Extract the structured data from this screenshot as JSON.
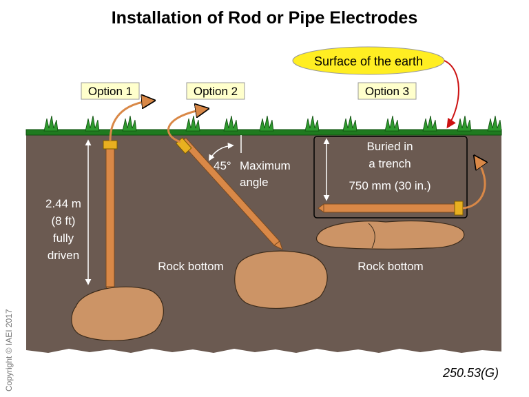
{
  "title": "Installation of Rod or Pipe Electrodes",
  "surface_label": "Surface of the earth",
  "options": {
    "opt1": "Option 1",
    "opt2": "Option 2",
    "opt3": "Option 3"
  },
  "option1": {
    "depth_line1": "2.44 m",
    "depth_line2": "(8 ft)",
    "depth_line3": "fully",
    "depth_line4": "driven"
  },
  "option2": {
    "angle_value": "45°",
    "angle_line1": "Maximum",
    "angle_line2": "angle",
    "rock_label": "Rock bottom"
  },
  "option3": {
    "trench_line1": "Buried in",
    "trench_line2": "a trench",
    "trench_depth": "750 mm (30 in.)",
    "rock_label": "Rock bottom"
  },
  "figure_ref": "250.53(G)",
  "copyright": "Copyright © IAEI 2017",
  "colors": {
    "soil": "#6b5a51",
    "grass": "#1f7a1f",
    "rod": "#d98847",
    "clamp": "#e8b020",
    "rock": "#cc9466",
    "label_bg": "#ffffcc",
    "surface_ellipse": "#ffee22",
    "arrow_red": "#cc1111"
  }
}
